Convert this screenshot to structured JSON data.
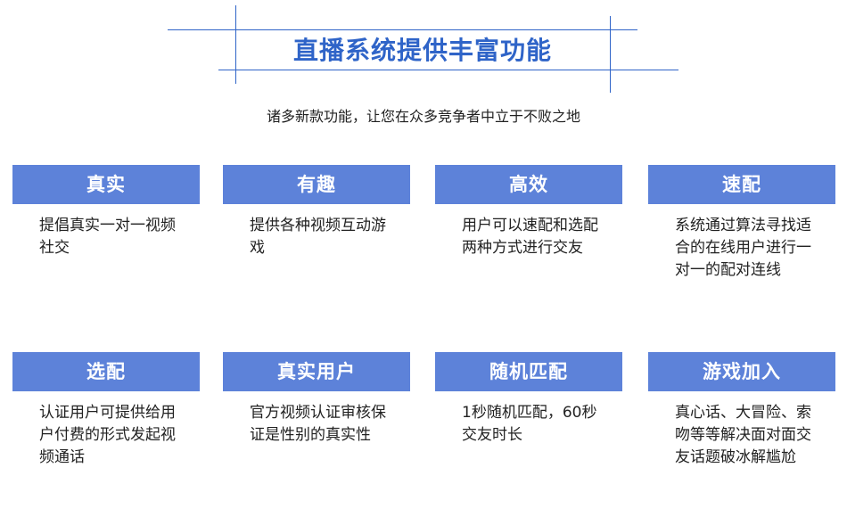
{
  "header": {
    "title": "直播系统提供丰富功能",
    "subtitle": "诸多新款功能，让您在众多竞争者中立于不败之地"
  },
  "features": [
    {
      "title": "真实",
      "desc": "提倡真实一对一视频社交"
    },
    {
      "title": "有趣",
      "desc": "提供各种视频互动游戏"
    },
    {
      "title": "高效",
      "desc": "用户可以速配和选配两种方式进行交友"
    },
    {
      "title": "速配",
      "desc": "系统通过算法寻找适合的在线用户进行一对一的配对连线"
    },
    {
      "title": "选配",
      "desc": "认证用户可提供给用户付费的形式发起视频通话"
    },
    {
      "title": "真实用户",
      "desc": "官方视频认证审核保证是性别的真实性"
    },
    {
      "title": "随机匹配",
      "desc": "1秒随机匹配，60秒交友时长"
    },
    {
      "title": "游戏加入",
      "desc": "真心话、大冒险、索吻等等解决面对面交友话题破冰解尴尬"
    }
  ],
  "colors": {
    "accent": "#2f64c8",
    "header_bg": "#5d82d9"
  }
}
